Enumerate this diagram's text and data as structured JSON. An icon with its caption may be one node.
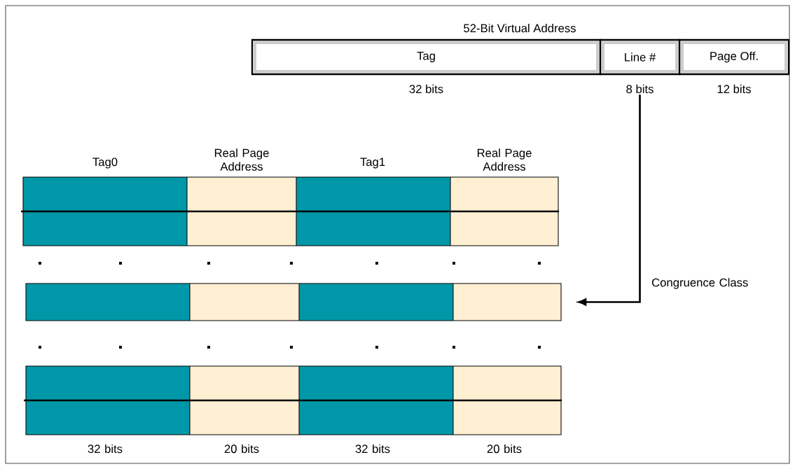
{
  "diagram": {
    "title": "52-Bit Virtual Address",
    "nodes": [
      {
        "text": [
          "Tag"
        ],
        "beside": [
          "32 bits"
        ]
      },
      {
        "text": [
          "Line #"
        ],
        "beside": [
          "8 bits"
        ]
      },
      {
        "text": [
          "Page Off."
        ],
        "beside": [
          "12 bits"
        ]
      },
      {
        "text": [],
        "shape": "bar"
      },
      {
        "text": [],
        "shape": "bar"
      },
      {
        "text": [],
        "shape": "bar"
      }
    ],
    "edges": [
      {
        "from": 1,
        "to": 4,
        "arrow": "to",
        "label": "Congruence Class"
      }
    ],
    "labels": [
      "Tag0",
      "Real Page Address",
      "Tag1",
      "Real Page Address",
      "32 bits",
      "20 bits",
      "32 bits",
      "20 bits"
    ]
  }
}
